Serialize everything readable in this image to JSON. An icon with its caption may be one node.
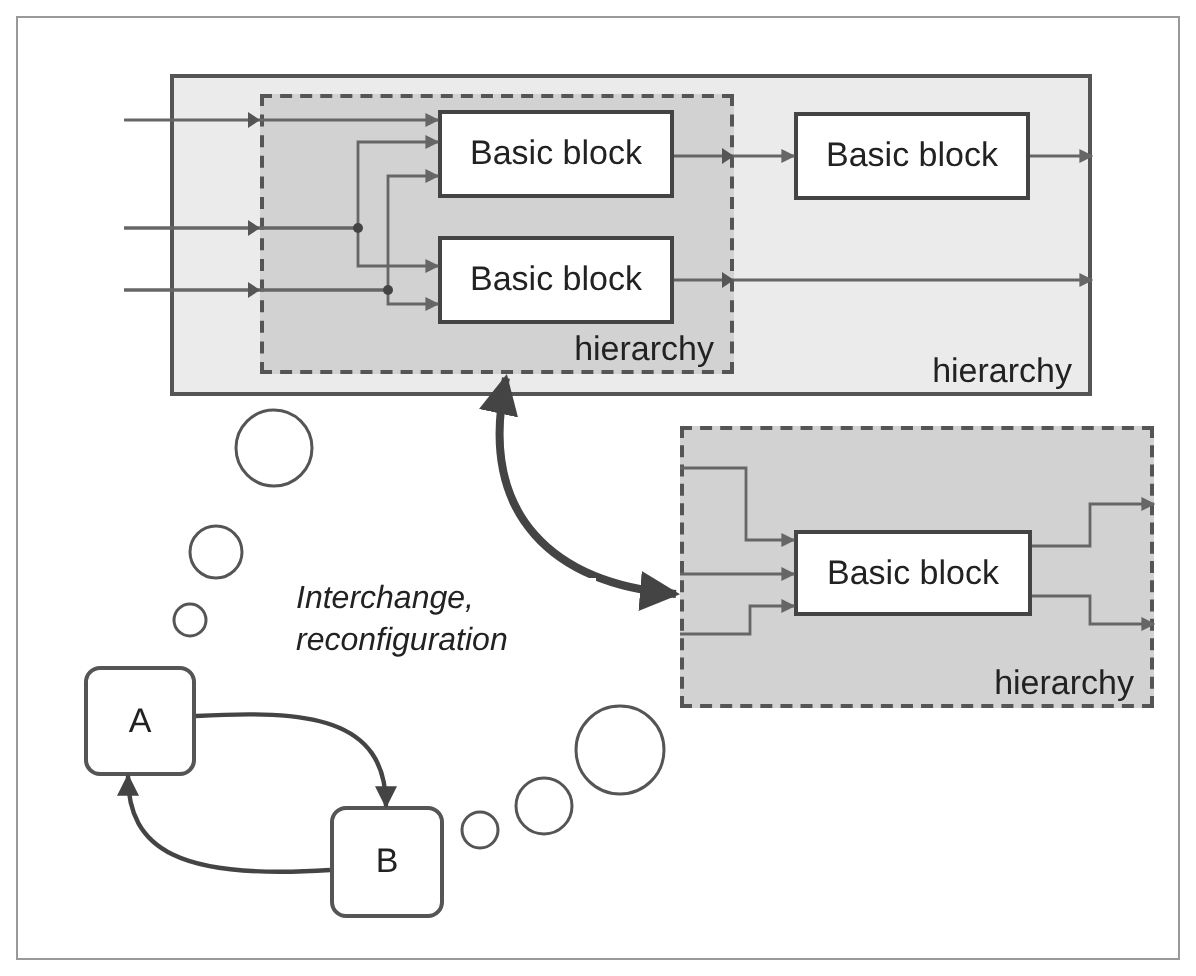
{
  "diagram": {
    "nodes": [
      {
        "text": [
          "hierarchy"
        ]
      },
      {
        "text": [
          "hierarchy"
        ],
        "in": 0
      },
      {
        "text": [
          "Basic block"
        ],
        "in": 1
      },
      {
        "text": [
          "Basic block"
        ],
        "in": 1
      },
      {
        "text": [
          "Basic block"
        ],
        "in": 0
      },
      {
        "text": [
          "hierarchy"
        ]
      },
      {
        "text": [
          "Basic block"
        ],
        "in": 5
      },
      {
        "text": [
          "A"
        ]
      },
      {
        "text": [
          "B"
        ]
      }
    ],
    "edges": [
      {
        "from": null,
        "to": 2,
        "arrow": "to"
      },
      {
        "from": null,
        "to": 2,
        "arrow": "to"
      },
      {
        "from": null,
        "to": 3,
        "arrow": "to"
      },
      {
        "from": null,
        "to": 2,
        "arrow": "to"
      },
      {
        "from": null,
        "to": 3,
        "arrow": "to"
      },
      {
        "from": 2,
        "to": 4,
        "arrow": "to"
      },
      {
        "from": 4,
        "to": null,
        "arrow": "to"
      },
      {
        "from": 3,
        "to": null,
        "arrow": "to"
      },
      {
        "from": null,
        "to": 6,
        "arrow": "to"
      },
      {
        "from": null,
        "to": 6,
        "arrow": "to"
      },
      {
        "from": null,
        "to": 6,
        "arrow": "to"
      },
      {
        "from": 6,
        "to": null,
        "arrow": "to"
      },
      {
        "from": 6,
        "to": null,
        "arrow": "to"
      },
      {
        "from": 1,
        "to": 5,
        "arrow": "both",
        "style": "thick",
        "label": "Interchange, reconfiguration"
      },
      {
        "from": 7,
        "to": 8,
        "arrow": "to"
      },
      {
        "from": 8,
        "to": 7,
        "arrow": "to"
      }
    ]
  }
}
